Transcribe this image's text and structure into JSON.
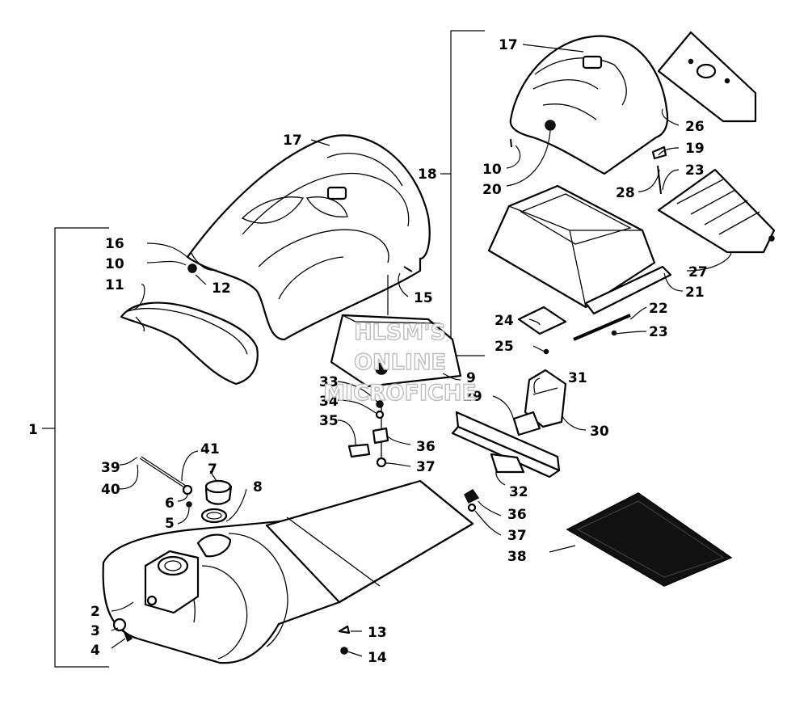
{
  "watermark": {
    "line1": "HLSM'S",
    "line2": "ONLINE",
    "line3": "MICROFICHE"
  },
  "callouts": [
    {
      "id": "c1",
      "text": "1"
    },
    {
      "id": "c2",
      "text": "2"
    },
    {
      "id": "c3",
      "text": "3"
    },
    {
      "id": "c4",
      "text": "4"
    },
    {
      "id": "c5",
      "text": "5"
    },
    {
      "id": "c6",
      "text": "6"
    },
    {
      "id": "c7",
      "text": "7"
    },
    {
      "id": "c8",
      "text": "8"
    },
    {
      "id": "c9",
      "text": "9"
    },
    {
      "id": "c10a",
      "text": "10"
    },
    {
      "id": "c10b",
      "text": "10"
    },
    {
      "id": "c11",
      "text": "11"
    },
    {
      "id": "c12",
      "text": "12"
    },
    {
      "id": "c13",
      "text": "13"
    },
    {
      "id": "c14",
      "text": "14"
    },
    {
      "id": "c15",
      "text": "15"
    },
    {
      "id": "c16",
      "text": "16"
    },
    {
      "id": "c17a",
      "text": "17"
    },
    {
      "id": "c17b",
      "text": "17"
    },
    {
      "id": "c18",
      "text": "18"
    },
    {
      "id": "c19",
      "text": "19"
    },
    {
      "id": "c20",
      "text": "20"
    },
    {
      "id": "c21",
      "text": "21"
    },
    {
      "id": "c22",
      "text": "22"
    },
    {
      "id": "c23a",
      "text": "23"
    },
    {
      "id": "c23b",
      "text": "23"
    },
    {
      "id": "c24",
      "text": "24"
    },
    {
      "id": "c25",
      "text": "25"
    },
    {
      "id": "c26",
      "text": "26"
    },
    {
      "id": "c27",
      "text": "27"
    },
    {
      "id": "c28",
      "text": "28"
    },
    {
      "id": "c29",
      "text": "29"
    },
    {
      "id": "c30",
      "text": "30"
    },
    {
      "id": "c31",
      "text": "31"
    },
    {
      "id": "c32",
      "text": "32"
    },
    {
      "id": "c33",
      "text": "33"
    },
    {
      "id": "c34",
      "text": "34"
    },
    {
      "id": "c35",
      "text": "35"
    },
    {
      "id": "c36a",
      "text": "36"
    },
    {
      "id": "c36b",
      "text": "36"
    },
    {
      "id": "c37a",
      "text": "37"
    },
    {
      "id": "c37b",
      "text": "37"
    },
    {
      "id": "c38",
      "text": "38"
    },
    {
      "id": "c39",
      "text": "39"
    },
    {
      "id": "c40",
      "text": "40"
    },
    {
      "id": "c41",
      "text": "41"
    }
  ]
}
